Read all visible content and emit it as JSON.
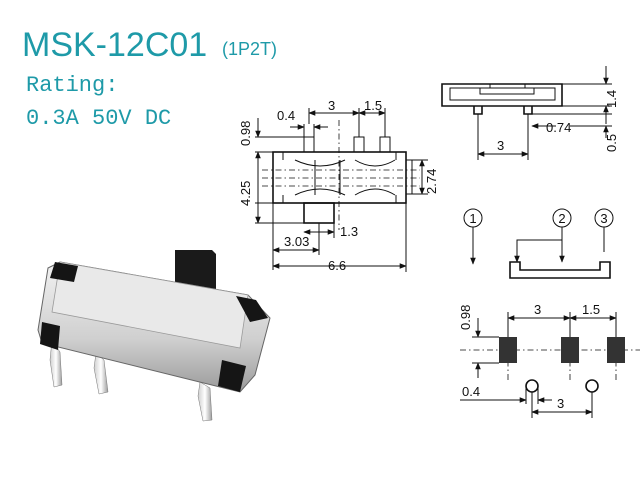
{
  "header": {
    "model": "MSK-12C01",
    "pole_type": "(1P2T)",
    "rating_label": "Rating:",
    "rating_value": "0.3A  50V  DC"
  },
  "top_view": {
    "dims": [
      "0.4",
      "3",
      "1.5",
      "0.98",
      "4.25",
      "2.74",
      "1.3",
      "3.03",
      "6.6"
    ]
  },
  "side_view": {
    "dims": [
      "1.4",
      "0.74",
      "0.5",
      "3"
    ]
  },
  "schematic": {
    "pins": [
      "1",
      "2",
      "3"
    ]
  },
  "footprint": {
    "dims": [
      "0.98",
      "3",
      "1.5",
      "0.4",
      "3"
    ]
  },
  "colors": {
    "title": "#1e9aa8",
    "lines": "#111111"
  }
}
